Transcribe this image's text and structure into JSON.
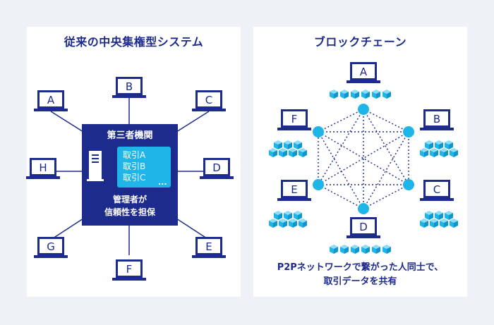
{
  "left_panel": {
    "title": "従来の中央集権型システム",
    "center_title": "第三者機関",
    "records": [
      "取引A",
      "取引B",
      "取引C"
    ],
    "ellipsis": "...",
    "caption_line1": "管理者が",
    "caption_line2": "信頼性を担保",
    "nodes": [
      "A",
      "B",
      "C",
      "D",
      "E",
      "F",
      "G",
      "H"
    ]
  },
  "right_panel": {
    "title": "ブロックチェーン",
    "nodes": [
      "A",
      "B",
      "C",
      "D",
      "E",
      "F"
    ],
    "caption_line1": "P2Pネットワークで繋がった人同士で、",
    "caption_line2": "取引データを共有"
  },
  "colors": {
    "navy": "#1d2b8c",
    "cyan": "#1fb5e9",
    "background": "#eef1f6",
    "panel": "#ffffff"
  }
}
